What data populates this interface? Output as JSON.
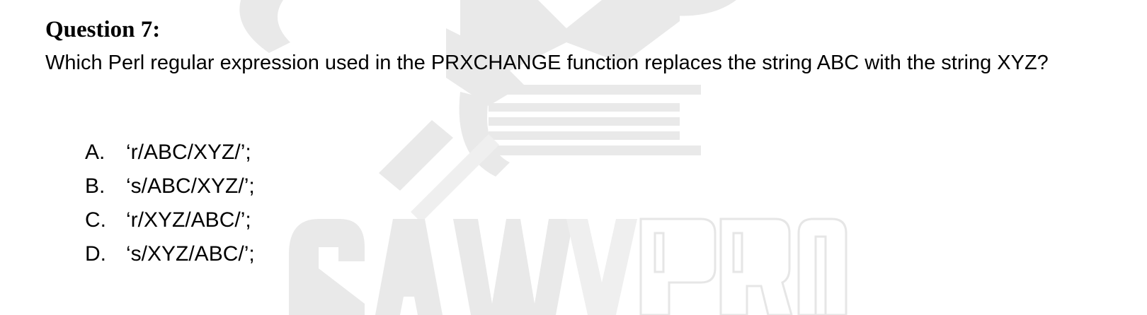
{
  "question": {
    "title": "Question 7:",
    "text": "Which Perl regular expression used in the PRXCHANGE function replaces the string ABC with the string XYZ?"
  },
  "options": [
    {
      "letter": "A.",
      "text": "‘r/ABC/XYZ/’;"
    },
    {
      "letter": "B.",
      "text": "‘s/ABC/XYZ/’;"
    },
    {
      "letter": "C.",
      "text": "‘r/XYZ/ABC/’;"
    },
    {
      "letter": "D.",
      "text": "‘s/XYZ/ABC/’;"
    }
  ],
  "watermark": {
    "text": "SAVVY PRO",
    "color": "#e9e9e9"
  }
}
